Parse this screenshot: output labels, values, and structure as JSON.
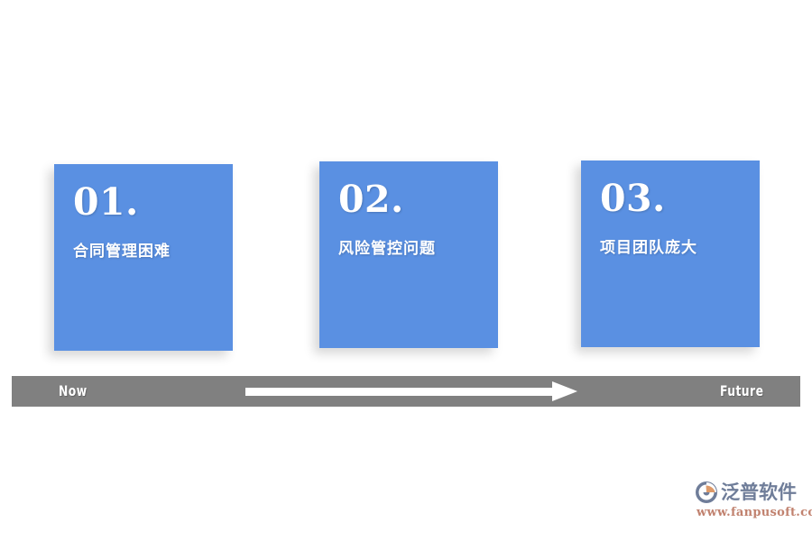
{
  "slide": {
    "background_color": "#ffffff",
    "card_color": "#5a90e2",
    "timeline_color": "#808080",
    "arrow_color": "#ffffff"
  },
  "cards": [
    {
      "number": "01.",
      "label": "合同管理困难"
    },
    {
      "number": "02.",
      "label": "风险管控问题"
    },
    {
      "number": "03.",
      "label": "项目团队庞大"
    }
  ],
  "timeline": {
    "start_label": "Now",
    "end_label": "Future",
    "arrow_icon": "right-arrow-icon"
  },
  "watermark": {
    "mark_icon": "fanpu-logo-icon",
    "wordmark": "泛普软件",
    "url": "www.fanpusoft.com",
    "wordmark_color": "#6f7d99",
    "url_color": "#c1826f"
  }
}
